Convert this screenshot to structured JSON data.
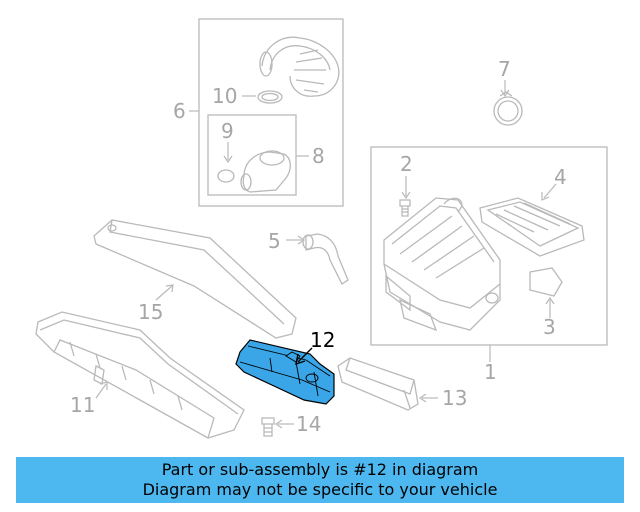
{
  "diagram": {
    "callouts": {
      "c1": "1",
      "c2": "2",
      "c3": "3",
      "c4": "4",
      "c5": "5",
      "c6": "6",
      "c7": "7",
      "c8": "8",
      "c9": "9",
      "c10": "10",
      "c11": "11",
      "c12": "12",
      "c13": "13",
      "c14": "14",
      "c15": "15"
    },
    "highlighted_part": "12",
    "colors": {
      "line": "#b9b9b9",
      "label": "#a6a6a6",
      "highlight": "#3aa6e8",
      "banner": "#4db8f0"
    }
  },
  "banner": {
    "line1": "Part or sub-assembly is #12 in diagram",
    "line2": "Diagram may not be specific to your vehicle"
  }
}
